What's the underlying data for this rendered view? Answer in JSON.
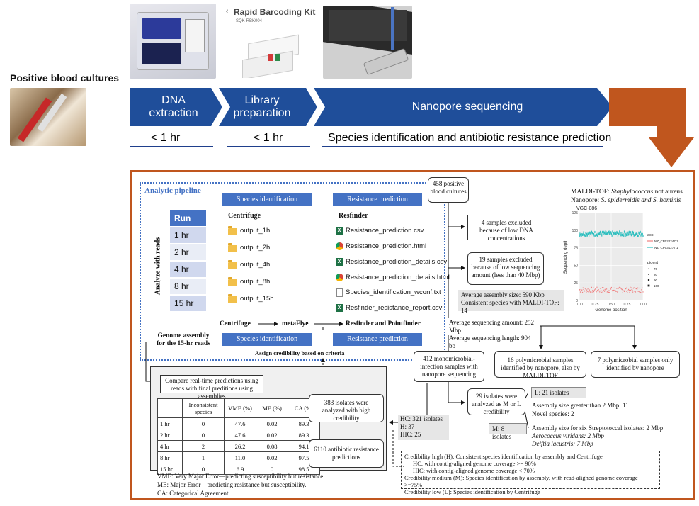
{
  "header": {
    "positive_blood": "Positive blood cultures",
    "kit_title": "Rapid Barcoding Kit",
    "kit_code": "SQK-RBK004",
    "steps": [
      {
        "label_line1": "DNA",
        "label_line2": "extraction",
        "time": "< 1 hr"
      },
      {
        "label_line1": "Library",
        "label_line2": "preparation",
        "time": "< 1 hr"
      },
      {
        "label_line1": "Nanopore sequencing",
        "label_line2": "",
        "time": "Species identification and antibiotic resistance prediction"
      }
    ]
  },
  "pipeline": {
    "title": "Analytic pipeline",
    "species_btn": "Species identification",
    "resistance_btn": "Resistance prediction",
    "centrifuge_label": "Centrifuge",
    "resfinder_label": "Resfinder",
    "side_label": "Analyze with reads",
    "run_header": "Run",
    "runs": [
      "1 hr",
      "2 hr",
      "4 hr",
      "8 hr",
      "15 hr"
    ],
    "folders": [
      "output_1h",
      "output_2h",
      "output_4h",
      "output_8h",
      "output_15h"
    ],
    "files": [
      "Resistance_prediction.csv",
      "Resistance_prediction.html",
      "Resistance_prediction_details.csv",
      "Resistance_prediction_details.html",
      "Species_identification_wconf.txt",
      "Resfinder_resistance_report.csv"
    ],
    "genome_line1": "Genome assembly",
    "genome_line2": "for the 15-hr reads",
    "centrifuge2": "Centrifuge",
    "metaflye": "metaFlye",
    "resfinder_pointfinder": "Resfinder and Pointfinder",
    "assign": "Assign credibility based on criteria"
  },
  "flow": {
    "cultures": "458 positive blood cultures",
    "excluded_low_dna": "4 samples excluded because of low DNA concentrations",
    "excluded_low_seq": "19 samples excluded because of low sequencing amount (less than 40 Mbp)",
    "assembly_size": "Average assembly size: 590 Kbp",
    "consistent_maldi": "Consistent species with MALDI-TOF: 14",
    "avg_seq_amount": "Average sequencing amount: 252 Mbp",
    "avg_seq_length": "Average sequencing length: 904 bp",
    "mono": "412 monomicrobial-infection samples with nanopore sequencing",
    "poly16": "16 polymicrobial samples identified by nanopore, also by MALDI-TOF",
    "poly7": "7 polymicrobial samples only identified by nanopore",
    "ml29": "29 isolates were analyzed as M or L credibility",
    "l21": "L: 21 isolates",
    "l_assembly": "Assembly size greater than 2 Mbp: 11",
    "l_novel": "Novel species: 2",
    "m8": "M: 8 isolates",
    "m_line1": "Assembly size for six Streptotoccal isolates: 2 Mbp",
    "m_line2": "Aerococcus viridans: 2 Mbp",
    "m_line3": "Delftia lacustris: 7 Mbp",
    "hc": "HC: 321 isolates",
    "h": "H: 37",
    "hic": "HIC: 25",
    "high383": "383 isolates were analyzed with high credibility",
    "pred6110": "6110 antibiotic resistance predictions",
    "compare": "Compare real-time predictions using reads with final preditions using assemblies"
  },
  "table": {
    "headers": [
      "",
      "Inconsistent species",
      "VME (%)",
      "ME (%)",
      "CA (%)"
    ],
    "rows": [
      [
        "1 hr",
        "0",
        "47.6",
        "0.02",
        "89.3"
      ],
      [
        "2 hr",
        "0",
        "47.6",
        "0.02",
        "89.3"
      ],
      [
        "4 hr",
        "2",
        "26.2",
        "0.08",
        "94.1"
      ],
      [
        "8 hr",
        "1",
        "11.0",
        "0.02",
        "97.5"
      ],
      [
        "15 hr",
        "0",
        "6.9",
        "0",
        "98.5"
      ]
    ]
  },
  "legend": {
    "vme": "VME: Very Major Error—predicting susceptibility but resistance.",
    "me": "ME: Major Error—predicting resistance but susceptibility.",
    "ca": "CA: Categorical Agreement."
  },
  "credibility": {
    "line1": "Credibility high (H): Consistent species identification by assembly and Centrifuge",
    "line2": "HC: with contig-aligned genome coverage >= 90%",
    "line3": "HIC: with contig-aligned genome coverage < 70%",
    "line4": "Credibility medium (M): Species identification by assembly, with read-aligned genome coverage >=75%",
    "line5": "Credibility low (L): Species identification by Centrifuge"
  },
  "maldi": {
    "line1_prefix": "MALDI-TOF: ",
    "line1_species": "Staphylococcus",
    "line1_suffix": " not aureus",
    "line2_prefix": "Nanopore: ",
    "line2_species": "S. epidermidis and S. hominis"
  },
  "chart_data": {
    "type": "scatter",
    "title": "VGC-086",
    "xlabel": "Genome position",
    "ylabel": "Sequencing depth",
    "xlim": [
      0,
      1
    ],
    "ylim": [
      0,
      125
    ],
    "xticks": [
      "0.00",
      "0.25",
      "0.50",
      "0.75",
      "1.00"
    ],
    "yticks": [
      "0",
      "25",
      "50",
      "75",
      "100",
      "125"
    ],
    "legend_acc_title": "acc",
    "legend_pident_title": "pident",
    "series": [
      {
        "name": "NZ_CP022247.1",
        "color": "#f08080",
        "mean_depth": 15,
        "spread": 4
      },
      {
        "name": "NZ_CP031277.1",
        "color": "#2fbfbf",
        "mean_depth": 95,
        "spread": 3
      }
    ],
    "pident_levels": [
      "70",
      "80",
      "90",
      "100"
    ]
  }
}
